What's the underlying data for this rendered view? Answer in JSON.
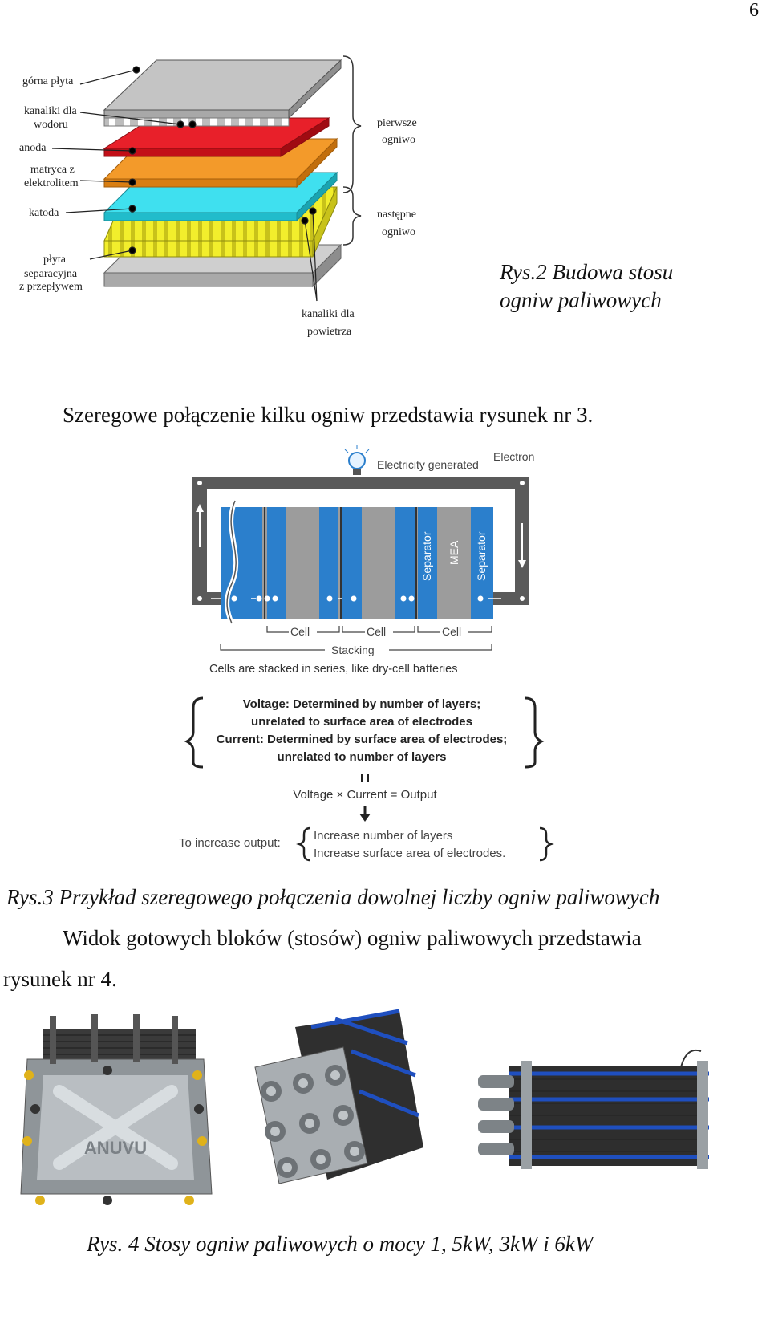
{
  "page_number": "6",
  "figure2": {
    "layer_labels": {
      "top_plate": "górna płyta",
      "hydrogen_channels_1": "kanaliki dla",
      "hydrogen_channels_2": "wodoru",
      "anode": "anoda",
      "matrix_1": "matryca z",
      "matrix_2": "elektrolitem",
      "cathode": "katoda",
      "separator_1": "płyta",
      "separator_2": "separacyjna",
      "separator_3": "z przepływem",
      "air_channels_1": "kanaliki dla",
      "air_channels_2": "powietrza"
    },
    "bracket_labels": {
      "first_1": "pierwsze",
      "first_2": "ogniwo",
      "next_1": "następne",
      "next_2": "ogniwo"
    },
    "caption_line1": "Rys.2 Budowa stosu",
    "caption_line2": "ogniw paliwowych",
    "colors": {
      "plate": "#b9b9b9",
      "hydrogen": "#e8202a",
      "anode": "#f39a2a",
      "matrix": "#3fe0ef",
      "cathode": "#f2ee2c"
    }
  },
  "paragraph1": "Szeregowe połączenie kilku ogniw przedstawia rysunek nr 3.",
  "figure3": {
    "electricity": "Electricity generated",
    "electron": "Electron",
    "separator_a": "Separator",
    "mea": "MEA",
    "separator_b": "Separator",
    "cell_1": "Cell",
    "cell_2": "Cell",
    "cell_3": "Cell",
    "stacking": "Stacking",
    "series_note": "Cells are stacked in series, like dry-cell batteries",
    "box_line1": "Voltage: Determined by number of layers;",
    "box_line2": "unrelated to surface area of electrodes",
    "box_line3": "Current: Determined by surface area of electrodes;",
    "box_line4": "unrelated to number of layers",
    "formula": "Voltage × Current = Output",
    "increase_label": "To increase output:",
    "increase_1": "Increase number of layers",
    "increase_2": "Increase surface area of electrodes.",
    "colors": {
      "frame": "#5a5a5a",
      "blue": "#2b7fcc",
      "gray": "#9c9c9c"
    }
  },
  "caption3": "Rys.3 Przykład szeregowego połączenia dowolnej liczby ogniw paliwowych",
  "paragraph2_line1": "Widok gotowych bloków (stosów) ogniw paliwowych przedstawia",
  "paragraph2_line2": "rysunek nr 4.",
  "figure4": {
    "logo_text": "ANUVU"
  },
  "caption4": "Rys. 4 Stosy ogniw paliwowych o mocy 1, 5kW, 3kW i 6kW"
}
